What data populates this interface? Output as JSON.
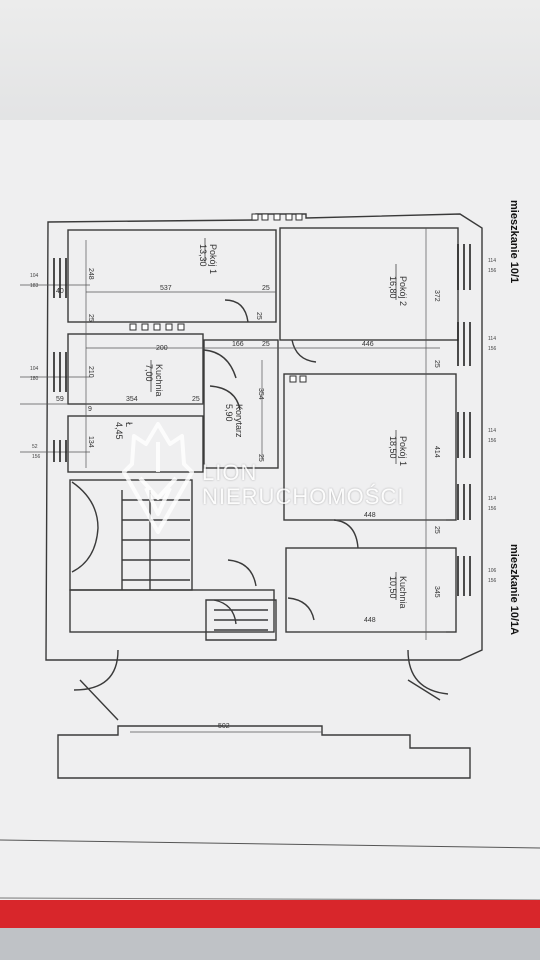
{
  "headings": {
    "apartment_a": "mieszkanie 10/1",
    "apartment_b": "mieszkanie 10/1A"
  },
  "rooms": {
    "pokoj1_top": {
      "name": "Pokój 1",
      "area": "13,30"
    },
    "pokoj2": {
      "name": "Pokój 2",
      "area": "16,80"
    },
    "kuchnia_left": {
      "name": "Kuchnia",
      "area": "7,00"
    },
    "korytarz": {
      "name": "Korytarz",
      "area": "5,90"
    },
    "lazienka": {
      "name": "Ł",
      "area": "4,45"
    },
    "pokoj1_right": {
      "name": "Pokój 1",
      "area": "18,50"
    },
    "kuchnia_right": {
      "name": "Kuchnia",
      "area": "10,50"
    }
  },
  "dimensions": {
    "d537": "537",
    "d25a": "25",
    "d248": "248",
    "d25b": "25",
    "d25c": "25",
    "d200": "200",
    "d166": "166",
    "d25d": "25",
    "d446": "446",
    "d210": "210",
    "d354a": "354",
    "d354b": "354",
    "d25e": "25",
    "d59": "59",
    "d9": "9",
    "d134": "134",
    "d25f": "25",
    "d372": "372",
    "d25g": "25",
    "d414": "414",
    "d448a": "448",
    "d25h": "25",
    "d345": "345",
    "d448b": "448",
    "d502": "502",
    "d40": "40"
  },
  "windows": {
    "left1_top": "104",
    "left1_bot": "183",
    "left2_top": "104",
    "left2_bot": "180",
    "left3_top": "52",
    "left3_bot": "156",
    "r1_top": "114",
    "r1_bot": "156",
    "r2_top": "114",
    "r2_bot": "156",
    "r3_top": "114",
    "r3_bot": "156",
    "r4_top": "114",
    "r4_bot": "156",
    "r5_top": "106",
    "r5_bot": "156"
  },
  "watermark": {
    "line1": "LION",
    "line2": "NIERUCHOMOŚCI"
  },
  "colors": {
    "paper": "#efeff0",
    "cover_red": "#d8262b",
    "lines": "#3a3a3a"
  }
}
